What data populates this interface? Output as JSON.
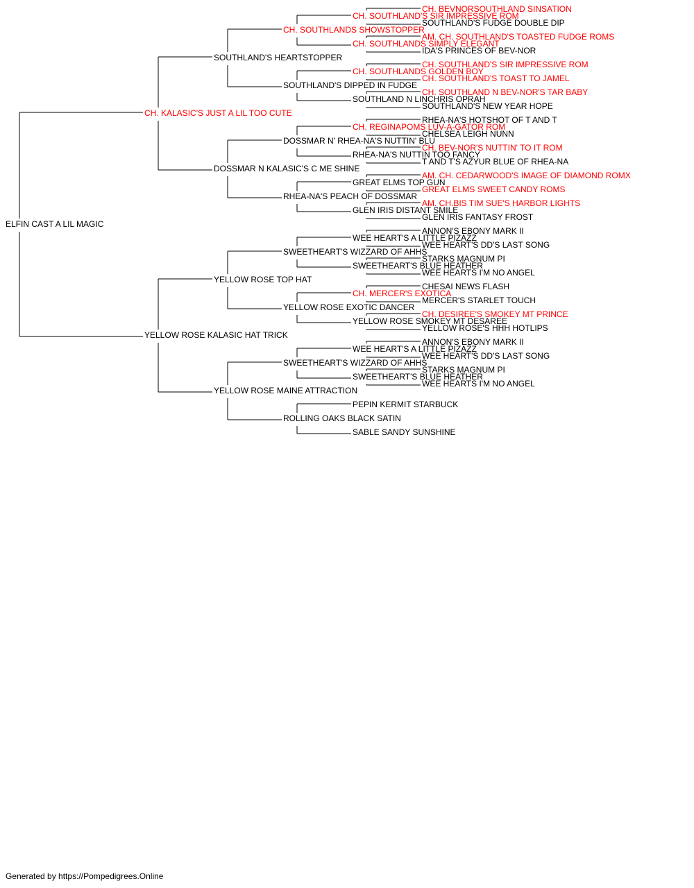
{
  "colors": {
    "champion": "#ff0000",
    "normal": "#000000",
    "line": "#000000"
  },
  "footer": "Generated by https://Pompedigrees.Online",
  "pedigree": {
    "name": "ELFIN CAST A LIL MAGIC",
    "champion": false,
    "sire": {
      "name": "CH. KALASIC'S JUST A LIL TOO CUTE",
      "champion": true,
      "sire": {
        "name": "SOUTHLAND'S HEARTSTOPPER",
        "champion": false,
        "sire": {
          "name": "CH. SOUTHLANDS SHOWSTOPPER",
          "champion": true,
          "sire": {
            "name": "CH. SOUTHLAND'S SIR IMPRESSIVE ROM",
            "champion": true,
            "sire": {
              "name": "CH. BEVNORSOUTHLAND SINSATION",
              "champion": true
            },
            "dam": {
              "name": "SOUTHLAND'S FUDGE DOUBLE DIP",
              "champion": false
            }
          },
          "dam": {
            "name": "CH. SOUTHLANDS SIMPLY ELEGANT",
            "champion": true,
            "sire": {
              "name": "AM. CH. SOUTHLAND'S TOASTED FUDGE ROMS",
              "champion": true
            },
            "dam": {
              "name": "IDA'S PRINCES OF BEV-NOR",
              "champion": false
            }
          }
        },
        "dam": {
          "name": "SOUTHLAND'S DIPPED IN FUDGE",
          "champion": false,
          "sire": {
            "name": "CH. SOUTHLANDS GOLDEN BOY",
            "champion": true,
            "sire": {
              "name": "CH. SOUTHLAND'S SIR IMPRESSIVE ROM",
              "champion": true
            },
            "dam": {
              "name": "CH. SOUTHLAND'S TOAST TO JAMEL",
              "champion": true
            }
          },
          "dam": {
            "name": "SOUTHLAND N LINCHRIS OPRAH",
            "champion": false,
            "sire": {
              "name": "CH. SOUTHLAND N BEV-NOR'S TAR BABY",
              "champion": true
            },
            "dam": {
              "name": "SOUTHLAND'S NEW YEAR HOPE",
              "champion": false
            }
          }
        }
      },
      "dam": {
        "name": "DOSSMAR N KALASIC'S C ME SHINE",
        "champion": false,
        "sire": {
          "name": "DOSSMAR N' RHEA-NA'S NUTTIN' BLU",
          "champion": false,
          "sire": {
            "name": "CH. REGINAPOMS LUV-A-GATOR ROM",
            "champion": true,
            "sire": {
              "name": "RHEA-NA'S HOTSHOT OF T AND T",
              "champion": false
            },
            "dam": {
              "name": "CHELSEA LEIGH NUNN",
              "champion": false
            }
          },
          "dam": {
            "name": "RHEA-NA'S NUTTIN TOO FANCY",
            "champion": false,
            "sire": {
              "name": "CH. BEV-NOR'S NUTTIN' TO IT ROM",
              "champion": true
            },
            "dam": {
              "name": "T AND T'S AZYUR BLUE OF RHEA-NA",
              "champion": false
            }
          }
        },
        "dam": {
          "name": "RHEA-NA'S PEACH OF DOSSMAR",
          "champion": false,
          "sire": {
            "name": "GREAT ELMS TOP GUN",
            "champion": false,
            "sire": {
              "name": "AM. CH. CEDARWOOD'S IMAGE OF DIAMOND ROMX",
              "champion": true
            },
            "dam": {
              "name": "GREAT ELMS SWEET CANDY ROMS",
              "champion": true
            }
          },
          "dam": {
            "name": "GLEN IRIS DISTANT SMILE",
            "champion": false,
            "sire": {
              "name": "AM. CH.BIS TIM SUE'S HARBOR LIGHTS",
              "champion": true
            },
            "dam": {
              "name": "GLEN IRIS FANTASY FROST",
              "champion": false
            }
          }
        }
      }
    },
    "dam": {
      "name": "YELLOW ROSE KALASIC HAT TRICK",
      "champion": false,
      "sire": {
        "name": "YELLOW ROSE TOP HAT",
        "champion": false,
        "sire": {
          "name": "SWEETHEART'S WIZZARD OF AHHS",
          "champion": false,
          "sire": {
            "name": "WEE HEART'S A LITTLE PIZAZZ",
            "champion": false,
            "sire": {
              "name": "ANNON'S EBONY MARK II",
              "champion": false
            },
            "dam": {
              "name": "WEE HEART'S DD'S LAST SONG",
              "champion": false
            }
          },
          "dam": {
            "name": "SWEETHEART'S BLUE HEATHER",
            "champion": false,
            "sire": {
              "name": "STARKS MAGNUM PI",
              "champion": false
            },
            "dam": {
              "name": "WEE HEARTS I'M NO ANGEL",
              "champion": false
            }
          }
        },
        "dam": {
          "name": "YELLOW ROSE EXOTIC DANCER",
          "champion": false,
          "sire": {
            "name": "CH. MERCER'S EXOTICA",
            "champion": true,
            "sire": {
              "name": "CHESAI NEWS FLASH",
              "champion": false
            },
            "dam": {
              "name": "MERCER'S STARLET TOUCH",
              "champion": false
            }
          },
          "dam": {
            "name": "YELLOW ROSE SMOKEY MT DESAREE",
            "champion": false,
            "sire": {
              "name": "CH. DESIREE'S SMOKEY MT PRINCE",
              "champion": true
            },
            "dam": {
              "name": "YELLOW ROSE'S HHH HOTLIPS",
              "champion": false
            }
          }
        }
      },
      "dam": {
        "name": "YELLOW ROSE MAINE ATTRACTION",
        "champion": false,
        "sire": {
          "name": "SWEETHEART'S WIZZARD OF AHHS",
          "champion": false,
          "sire": {
            "name": "WEE HEART'S A LITTLE PIZAZZ",
            "champion": false,
            "sire": {
              "name": "ANNON'S EBONY MARK II",
              "champion": false
            },
            "dam": {
              "name": "WEE HEART'S DD'S LAST SONG",
              "champion": false
            }
          },
          "dam": {
            "name": "SWEETHEART'S BLUE HEATHER",
            "champion": false,
            "sire": {
              "name": "STARKS MAGNUM PI",
              "champion": false
            },
            "dam": {
              "name": "WEE HEARTS I'M NO ANGEL",
              "champion": false
            }
          }
        },
        "dam": {
          "name": "ROLLING OAKS BLACK SATIN",
          "champion": false,
          "sire": {
            "name": "PEPIN KERMIT STARBUCK",
            "champion": false
          },
          "dam": {
            "name": "SABLE SANDY SUNSHINE",
            "champion": false
          }
        }
      }
    }
  }
}
